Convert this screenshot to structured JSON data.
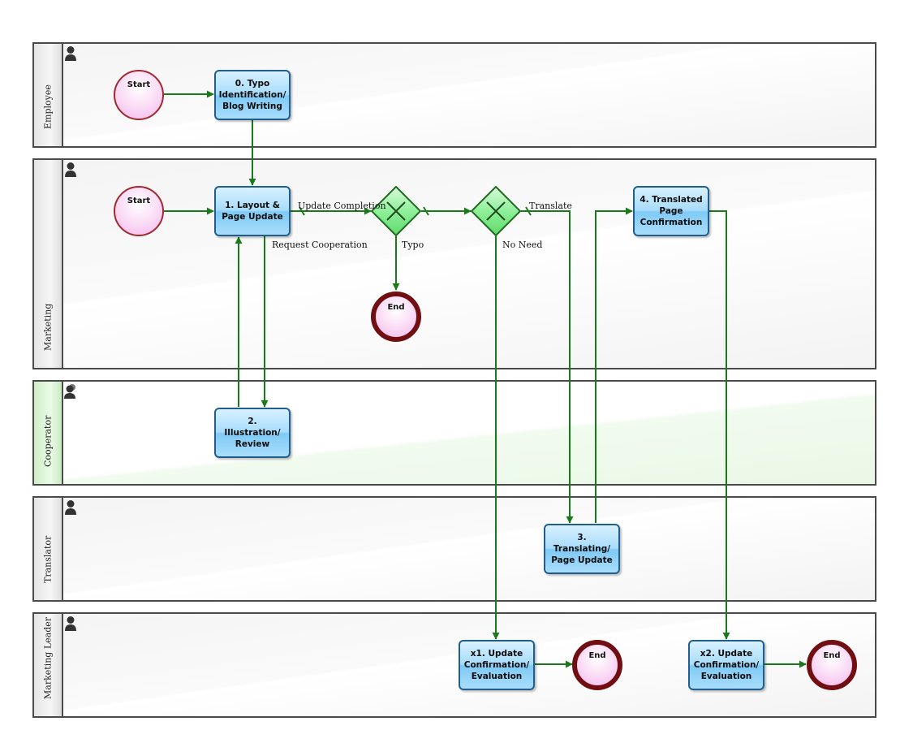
{
  "lanes": [
    {
      "id": "employee",
      "label": "Employee"
    },
    {
      "id": "marketing",
      "label": "Marketing"
    },
    {
      "id": "cooperator",
      "label": "Cooperator"
    },
    {
      "id": "translator",
      "label": "Translator"
    },
    {
      "id": "marketing_leader",
      "label": "Marketing Leader"
    }
  ],
  "events": {
    "start_employee": "Start",
    "start_marketing": "Start",
    "end_typo": "End",
    "end_x1": "End",
    "end_x2": "End"
  },
  "tasks": {
    "task0": "0. Typo Identification/ Blog Writing",
    "task1": "1. Layout & Page Update",
    "task2": "2. Illustration/ Review",
    "task3": "3. Translating/ Page Update",
    "task4": "4. Translated Page Confirmation",
    "taskx1": "x1. Update Confirmation/ Evaluation",
    "taskx2": "x2. Update Confirmation/ Evaluation"
  },
  "flow_labels": {
    "update_completion": "Update Completion",
    "request_cooperation": "Request Cooperation",
    "typo": "Typo",
    "translate": "Translate",
    "no_need": "No Need"
  },
  "colors": {
    "flow": "#1a7a1a",
    "task_border": "#1f5e8f",
    "gateway": "#5fd96a"
  }
}
